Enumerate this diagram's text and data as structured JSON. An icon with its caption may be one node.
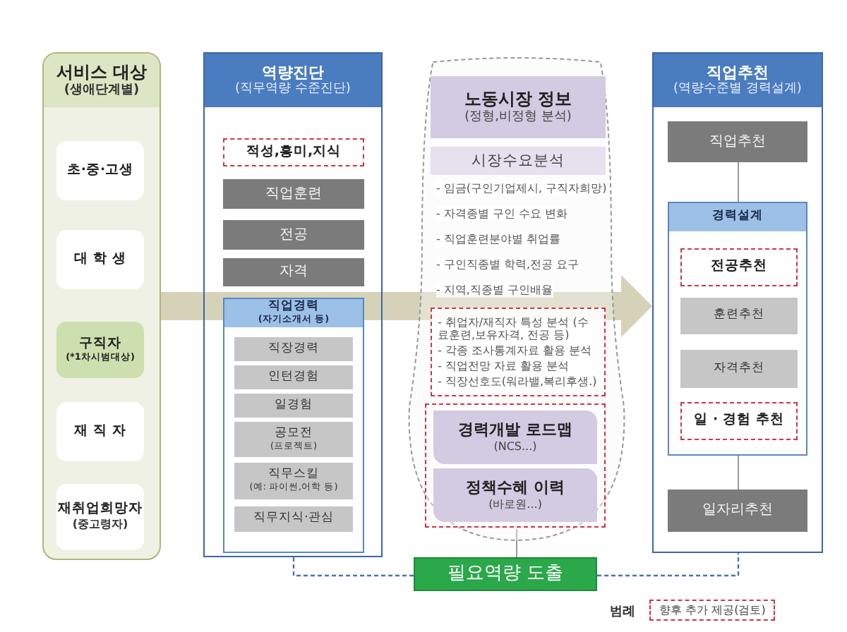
{
  "diagram": {
    "nodes": [
      {
        "text": [
          "서비스 대상",
          "(생애단계별)"
        ]
      },
      {
        "text": [
          "초·중·고생"
        ],
        "in": 0
      },
      {
        "text": [
          "대 학 생"
        ],
        "in": 0
      },
      {
        "text": [
          "구직자",
          "(*1차시범대상)"
        ],
        "in": 0
      },
      {
        "text": [
          "재 직 자"
        ],
        "in": 0
      },
      {
        "text": [
          "재취업희망자",
          "(중고령자)"
        ],
        "in": 0
      },
      {
        "text": [
          "역량진단",
          "(직무역량 수준진단)"
        ]
      },
      {
        "text": [
          "적성,흥미,지식"
        ],
        "in": 6
      },
      {
        "text": [
          "직업훈련"
        ],
        "in": 6
      },
      {
        "text": [
          "전공"
        ],
        "in": 6
      },
      {
        "text": [
          "자격"
        ],
        "in": 6
      },
      {
        "text": [
          "직업경력",
          "(자기소개서 등)"
        ],
        "in": 6
      },
      {
        "text": [
          "직장경력"
        ],
        "in": 11
      },
      {
        "text": [
          "인턴경험"
        ],
        "in": 11
      },
      {
        "text": [
          "일경험"
        ],
        "in": 11
      },
      {
        "text": [
          "공모전",
          "(프로젝트)"
        ],
        "in": 11
      },
      {
        "text": [
          "직무스킬",
          "(예: 파이썬,어학 등)"
        ],
        "in": 11
      },
      {
        "text": [
          "직무지식·관심"
        ],
        "in": 11
      },
      {
        "text": [],
        "shape": "vase"
      },
      {
        "text": [
          "노동시장 정보",
          "(정형,비정형 분석)"
        ],
        "in": 18
      },
      {
        "text": [
          "시장수요분석"
        ],
        "in": 18
      },
      {
        "text": [
          "- 취업자/재직자 특성 분석 (수료훈련,보유자격, 전공 등)",
          "- 각종 조사통계자료 활용 분석",
          "- 직업전망 자료 활용 분석",
          "- 직장선호도(워라밸,복리후생.)"
        ],
        "in": 18
      },
      {
        "text": [],
        "shape": "box",
        "in": 18
      },
      {
        "text": [
          "경력개발 로드맵",
          "(NCS...)"
        ],
        "in": 22
      },
      {
        "text": [
          "정책수혜 이력",
          "(바로원...)"
        ],
        "in": 22
      },
      {
        "text": [
          "직업추천",
          "(역량수준별 경력설계)"
        ]
      },
      {
        "text": [
          "직업추천"
        ],
        "in": 25
      },
      {
        "text": [
          "경력설계"
        ],
        "in": 25
      },
      {
        "text": [
          "전공추천"
        ],
        "in": 27
      },
      {
        "text": [
          "훈련추천"
        ],
        "in": 27
      },
      {
        "text": [
          "자격추천"
        ],
        "in": 27
      },
      {
        "text": [
          "일 · 경험 추천"
        ],
        "in": 27
      },
      {
        "text": [
          "일자리추천"
        ],
        "in": 25
      },
      {
        "text": [
          "필요역량 도출"
        ]
      }
    ],
    "edges": [
      {
        "from": 0,
        "to": 25,
        "arrow": "to",
        "style": "thick",
        "color": "#d6d2b8"
      },
      {
        "from": 26,
        "to": 27,
        "arrow": "none"
      },
      {
        "from": 27,
        "to": 32,
        "arrow": "none"
      },
      {
        "from": 33,
        "to": 6,
        "arrow": "none",
        "style": "dashed",
        "color": "#4a72b8"
      },
      {
        "from": 33,
        "to": 25,
        "arrow": "none",
        "style": "dashed",
        "color": "#4a72b8"
      },
      {
        "from": 22,
        "to": 33,
        "arrow": "none"
      }
    ],
    "labels": [
      "- 임금(구인기업제시, 구직자희망)",
      "- 자격종별 구인 수요 변화",
      "- 직업훈련분야별 취업률",
      "- 구인직종별 학력,전공 요구",
      "- 지역,직종별 구인배율",
      "범례"
    ],
    "legend": [
      {
        "text": "향후 추가 제공(검토)"
      }
    ]
  }
}
